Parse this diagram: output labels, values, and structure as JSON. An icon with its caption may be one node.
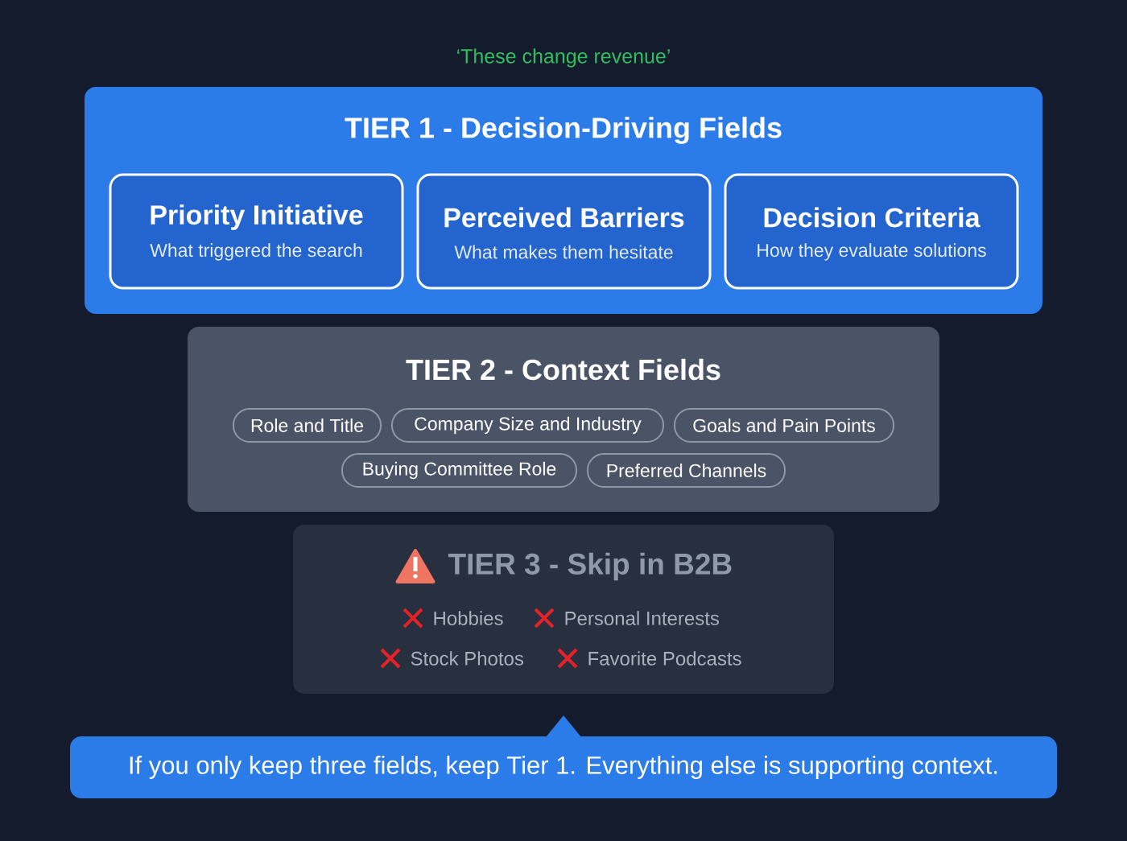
{
  "diagram": {
    "nodes": [
      {
        "text": [
          "TIER 1 - Decision-Driving Fields"
        ]
      },
      {
        "text": [
          "Priority Initiative",
          "What triggered the search"
        ],
        "in": 0
      },
      {
        "text": [
          "Perceived Barriers",
          "What makes them hesitate"
        ],
        "in": 0
      },
      {
        "text": [
          "Decision Criteria",
          "How they evaluate solutions"
        ],
        "in": 0
      },
      {
        "text": [
          "TIER 2 - Context Fields"
        ]
      },
      {
        "text": [
          "Role and Title"
        ],
        "in": 4
      },
      {
        "text": [
          "Company Size and Industry"
        ],
        "in": 4
      },
      {
        "text": [
          "Goals and Pain Points"
        ],
        "in": 4
      },
      {
        "text": [
          "Buying Committee Role"
        ],
        "in": 4
      },
      {
        "text": [
          "Preferred Channels"
        ],
        "in": 4
      },
      {
        "text": [
          "TIER 3 - Skip in B2B",
          "Hobbies",
          "Personal Interests",
          "Stock Photos",
          "Favorite Podcasts"
        ]
      },
      {
        "text": [
          "If you only keep three fields, keep Tier 1. Everything else is supporting context."
        ]
      }
    ],
    "labels": [
      "‘These change revenue’"
    ]
  }
}
